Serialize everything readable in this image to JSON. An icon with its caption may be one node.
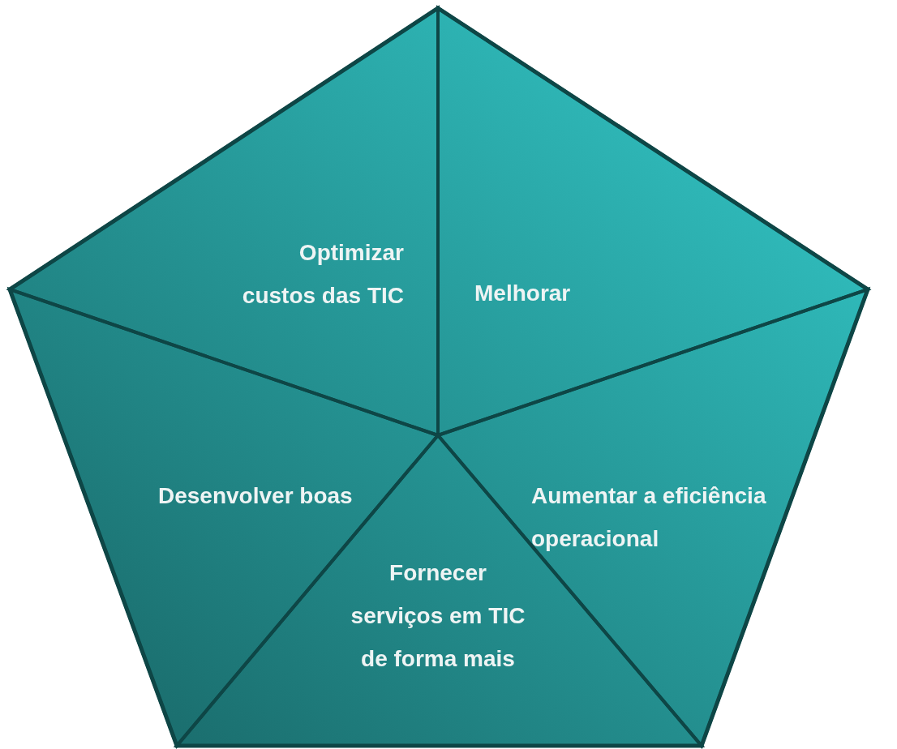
{
  "diagram": {
    "nodes": [
      {
        "text": [],
        "shape": "pentagon"
      },
      {
        "text": [
          "Optimizar custos das TIC"
        ],
        "in": 0
      },
      {
        "text": [
          "Melhorar"
        ],
        "in": 0
      },
      {
        "text": [
          "Aumentar a eficiência operacional"
        ],
        "in": 0
      },
      {
        "text": [
          "Fornecer serviços em TIC de forma mais"
        ],
        "in": 0
      },
      {
        "text": [
          "Desenvolver boas"
        ],
        "in": 0
      }
    ]
  }
}
